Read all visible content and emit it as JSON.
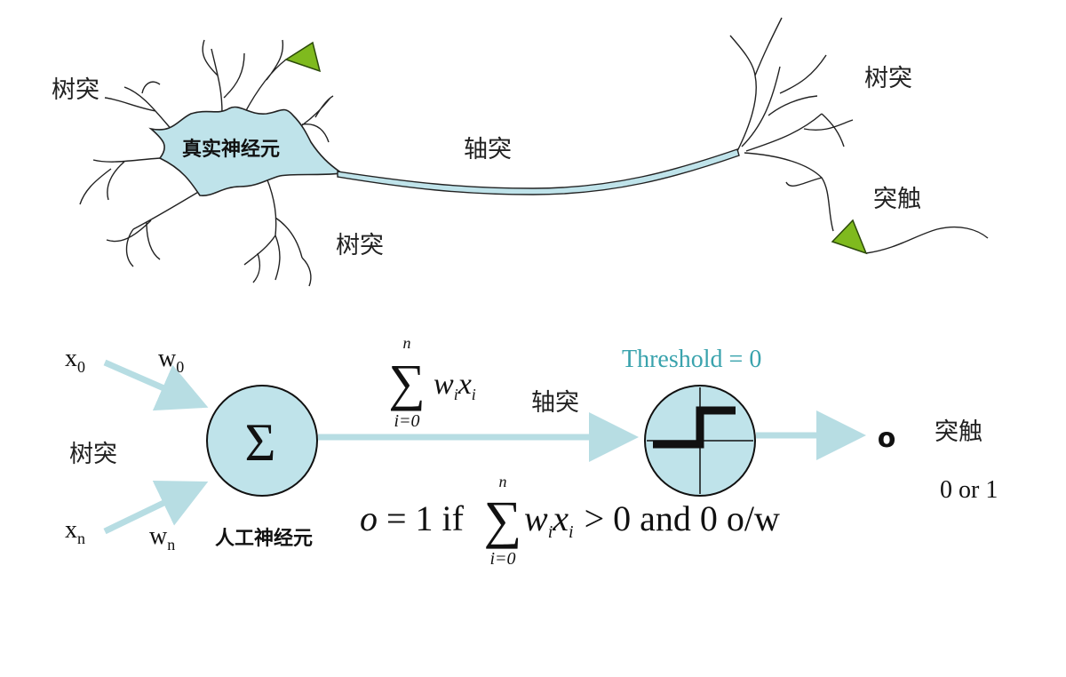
{
  "colors": {
    "soma_fill": "#bfe3ea",
    "arrow": "#b7dde3",
    "synapse_fill": "#7fba1e",
    "threshold_text": "#3aa3ad"
  },
  "bio": {
    "dendrite_tl": "树突",
    "neuron_label": "真实神经元",
    "axon": "轴突",
    "dendrite_bottom": "树突",
    "dendrite_tr": "树突",
    "synapse": "突触"
  },
  "artificial": {
    "x0": "x",
    "x0_sub": "0",
    "w0": "w",
    "w0_sub": "0",
    "xn": "x",
    "xn_sub": "n",
    "wn": "w",
    "wn_sub": "n",
    "dendrite": "树突",
    "sigma_symbol": "Σ",
    "neuron_label": "人工神经元",
    "sum_top": "n",
    "sum_symbol": "∑",
    "sum_bottom": "i=0",
    "sum_term_w": "w",
    "sum_term_i1": "i",
    "sum_term_x": "x",
    "sum_term_i2": "i",
    "axon": "轴突",
    "threshold": "Threshold = 0",
    "output_symbol": "o",
    "synapse": "突触",
    "output_values": "0 or 1",
    "formula_o": "o",
    "formula_mid": "= 1 if",
    "formula_sum_top": "n",
    "formula_sum_symbol": "∑",
    "formula_sum_bottom": "i=0",
    "formula_w": "w",
    "formula_i1": "i",
    "formula_x": "x",
    "formula_i2": "i",
    "formula_tail": "> 0 and 0 o/w"
  }
}
